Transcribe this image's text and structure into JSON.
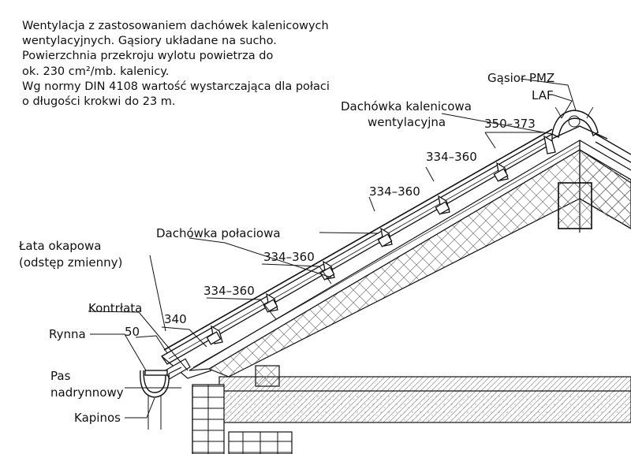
{
  "note": {
    "lines": [
      "Wentylacja z zastosowaniem dachówek kalenicowych",
      "wentylacyjnych. Gąsiory układane na sucho.",
      "Powierzchnia przekroju wylotu powietrza do",
      "ok. 230 cm²/mb. kalenicy.",
      "Wg normy DIN 4108 wartość wystarczająca dla połaci",
      "o długości krokwi do 23 m."
    ]
  },
  "labels": {
    "gasior": "Gąsior PMZ",
    "laf": "LAF",
    "dachowka_kalenicowa_1": "Dachówka kalenicowa",
    "dachowka_kalenicowa_2": "wentylacyjna",
    "dachowka_polaciowa": "Dachówka połaciowa",
    "lata_okapowa_1": "Łata okapowa",
    "lata_okapowa_2": "(odstęp zmienny)",
    "kontrlata": "Kontrłata",
    "rynna": "Rynna",
    "pas_1": "Pas",
    "pas_2": "nadrynnowy",
    "kapinos": "Kapinos"
  },
  "dimensions": {
    "d50": "50",
    "d340": "340",
    "d334_1": "334–360",
    "d334_2": "334–360",
    "d334_3": "334–360",
    "d334_4": "334–360",
    "d350": "350–373"
  },
  "colors": {
    "line": "#111111",
    "hatch": "#777777"
  }
}
